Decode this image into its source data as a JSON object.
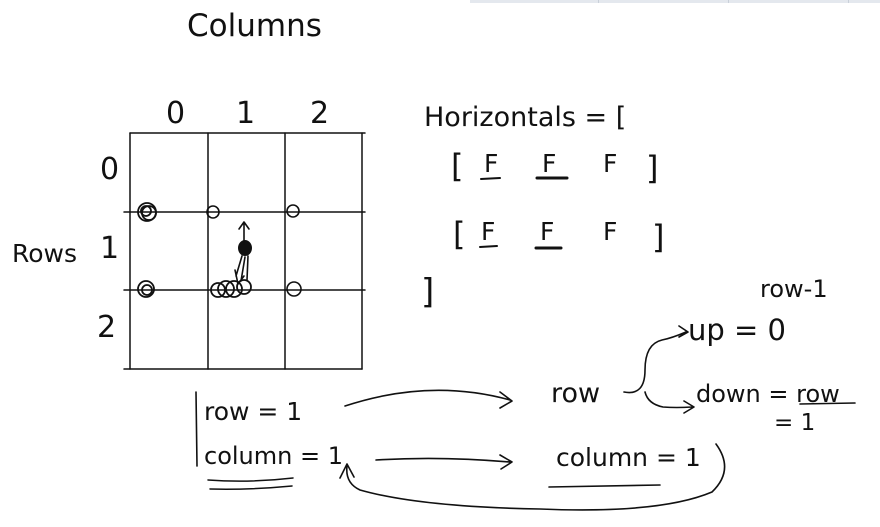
{
  "title": "Columns",
  "rows_label": "Rows",
  "column_indices": [
    "0",
    "1",
    "2"
  ],
  "row_indices": [
    "0",
    "1",
    "2"
  ],
  "horizontals": {
    "header": "Horizontals = [",
    "rows": [
      [
        "F",
        "F",
        "F"
      ],
      [
        "F",
        "F",
        "F"
      ]
    ],
    "close": "]"
  },
  "variables": {
    "row_assign": "row = 1",
    "column_assign": "column = 1"
  },
  "right_side": {
    "row_label": "row",
    "up_expr": "up = 0",
    "up_note": "row-1",
    "down_expr": "down = row",
    "down_note": "= 1",
    "column_expr": "column = 1"
  },
  "colors": {
    "ink": "#111111",
    "background": "#ffffff"
  }
}
